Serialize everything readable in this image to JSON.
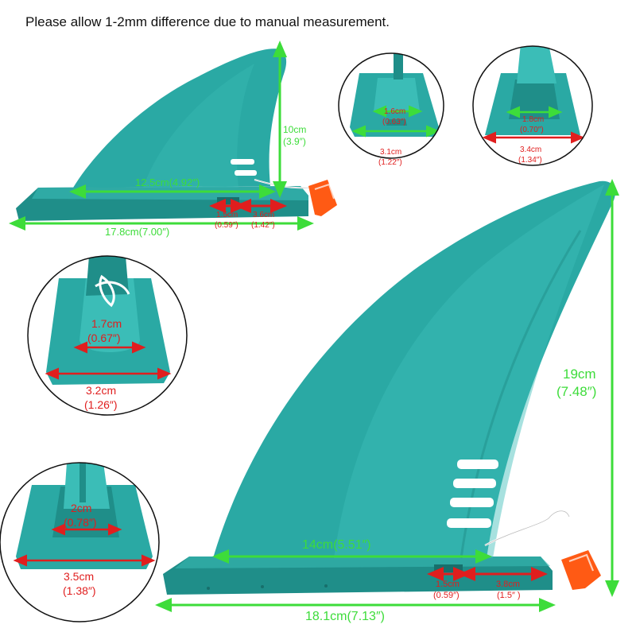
{
  "note": "Please allow 1-2mm difference due to manual measurement.",
  "colors": {
    "fin": "#2aa9a4",
    "fin_dark": "#1f8e89",
    "fin_light": "#3bbdb7",
    "green": "#3ddc3a",
    "red": "#e01e1e",
    "tag": "#ff5a14"
  },
  "small_fin": {
    "height_cm": "10cm",
    "height_in": "(3.9″)",
    "base_len": "12.5cm(4.92″)",
    "total_len": "17.8cm(7.00″)",
    "slot_cm": "1.5cm",
    "slot_in": "(0.59″)",
    "rear_cm": "3.6cm",
    "rear_in": "(1.42″)"
  },
  "large_fin": {
    "height_cm": "19cm",
    "height_in": "(7.48″)",
    "base_len": "14cm(5.51″)",
    "total_len": "18.1cm(7.13″)",
    "slot_cm": "1.5cm",
    "slot_in": "(0.59″)",
    "rear_cm": "3.8cm",
    "rear_in": "(1.5″ )"
  },
  "detail_small_front": {
    "inner_cm": "1.6cm",
    "inner_in": "(0.63″)",
    "outer_cm": "3.1cm",
    "outer_in": "(1.22″)"
  },
  "detail_small_rear": {
    "inner_cm": "1.8cm",
    "inner_in": "(0.70″)",
    "outer_cm": "3.4cm",
    "outer_in": "(1.34″)"
  },
  "detail_large_front": {
    "inner_cm": "1.7cm",
    "inner_in": "(0.67″)",
    "outer_cm": "3.2cm",
    "outer_in": "(1.26″)"
  },
  "detail_large_rear": {
    "inner_cm": "2cm",
    "inner_in": "(0.78″)",
    "outer_cm": "3.5cm",
    "outer_in": "(1.38″)"
  }
}
